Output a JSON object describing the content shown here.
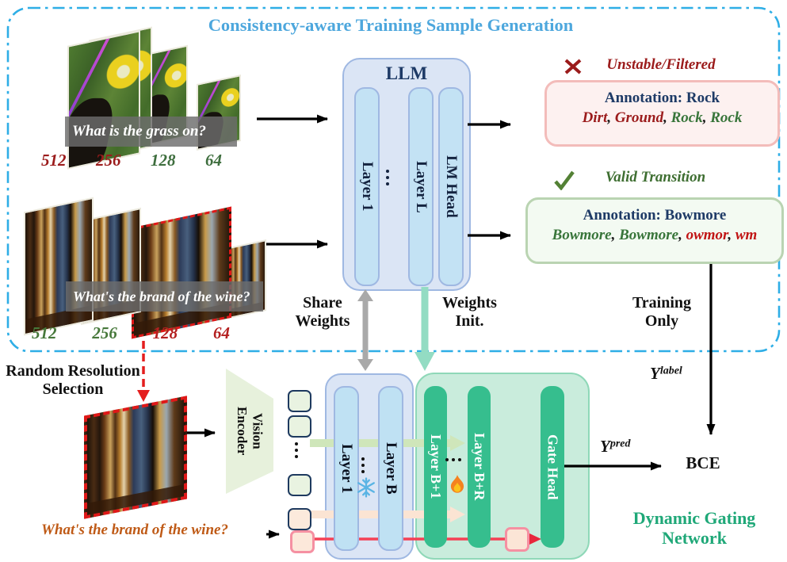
{
  "palette": {
    "region_border_blue": "#2eaee6",
    "title_blue": "#4da7dd",
    "dark_red": "#9b1b1b",
    "bright_red": "#c11515",
    "dark_green": "#38753a",
    "navy": "#1e3a66",
    "teal_green_label": "#1fa878",
    "orange_question": "#bf5a16"
  },
  "generation": {
    "title": "Consistency-aware Training Sample Generation",
    "dog": {
      "question": "What is the grass on?",
      "resolutions": [
        {
          "text": "512",
          "color": "#9b1b1b"
        },
        {
          "text": "256",
          "color": "#9b1b1b"
        },
        {
          "text": "128",
          "color": "#3e6e3e"
        },
        {
          "text": "64",
          "color": "#3e6e3e"
        }
      ]
    },
    "wine": {
      "question": "What's the brand of the wine?",
      "resolutions": [
        {
          "text": "512",
          "color": "#46783a"
        },
        {
          "text": "256",
          "color": "#46783a"
        },
        {
          "text": "128",
          "color": "#b42020"
        },
        {
          "text": "64",
          "color": "#b42020"
        }
      ]
    },
    "llm": {
      "title": "LLM",
      "layer1": "Layer 1",
      "layerL": "Layer L",
      "lm_head": "LM Head"
    },
    "unstable": {
      "label": "Unstable/Filtered",
      "annotation": "Annotation: Rock",
      "predictions": [
        {
          "text": "Dirt",
          "color": "#9b1b1b"
        },
        {
          "text": "Ground",
          "color": "#9b1b1b"
        },
        {
          "text": "Rock",
          "color": "#38753a"
        },
        {
          "text": "Rock",
          "color": "#38753a"
        }
      ]
    },
    "valid": {
      "label": "Valid Transition",
      "annotation": "Annotation: Bowmore",
      "predictions": [
        {
          "text": "Bowmore",
          "color": "#38753a"
        },
        {
          "text": "Bowmore",
          "color": "#38753a"
        },
        {
          "text": "owmor",
          "color": "#c11515"
        },
        {
          "text": "wm",
          "color": "#c11515"
        }
      ]
    },
    "share_weights": "Share\nWeights",
    "weights_init": "Weights\nInit.",
    "training_only": "Training\nOnly"
  },
  "gating": {
    "random_resolution": "Random Resolution\nSelection",
    "question": "What's the brand of the wine?",
    "vision_encoder": "Vision\nEncoder",
    "layer1": "Layer 1",
    "layerB": "Layer B",
    "layerB1": "Layer B+1",
    "layerBR": "Layer B+R",
    "gate_head": "Gate Head",
    "y_pred": {
      "base": "Y",
      "sup": "pred"
    },
    "y_label": {
      "base": "Y",
      "sup": "label"
    },
    "bce": "BCE",
    "network": "Dynamic Gating\nNetwork"
  }
}
